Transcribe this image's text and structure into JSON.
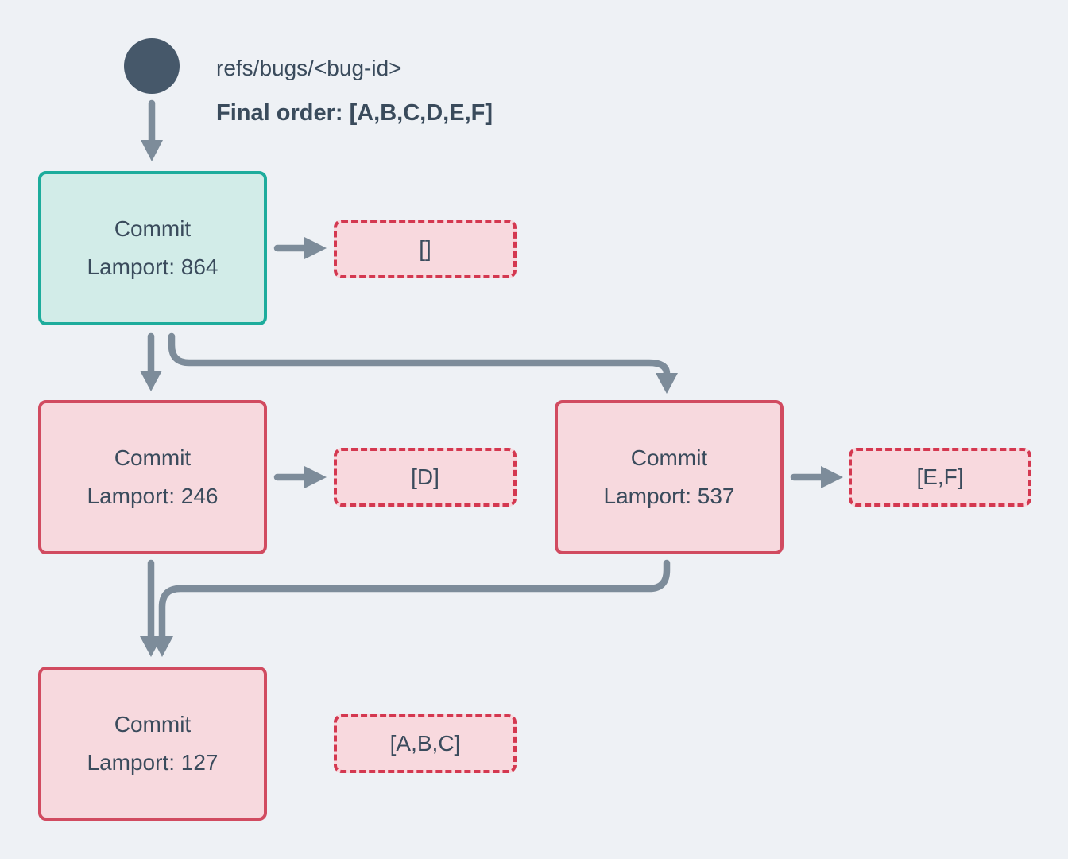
{
  "colors": {
    "background": "#eef1f5",
    "ink": "#3a4b5c",
    "arrow": "#7d8c9a",
    "circle": "#46586a",
    "teal_border": "#1dac9c",
    "teal_fill": "#d2ece8",
    "pink_border": "#d14b60",
    "pink_fill": "#f7d9de",
    "dashed_border": "#d43850",
    "dashed_fill": "#f8d9de"
  },
  "header": {
    "ref_label": "refs/bugs/<bug-id>",
    "final_order_label": "Final order: [A,B,C,D,E,F]"
  },
  "nodes": {
    "root": {
      "title": "Commit",
      "lamport": "Lamport: 864",
      "payload": "[]"
    },
    "left": {
      "title": "Commit",
      "lamport": "Lamport: 246",
      "payload": "[D]"
    },
    "right": {
      "title": "Commit",
      "lamport": "Lamport: 537",
      "payload": "[E,F]"
    },
    "merge": {
      "title": "Commit",
      "lamport": "Lamport: 127",
      "payload": "[A,B,C]"
    }
  }
}
